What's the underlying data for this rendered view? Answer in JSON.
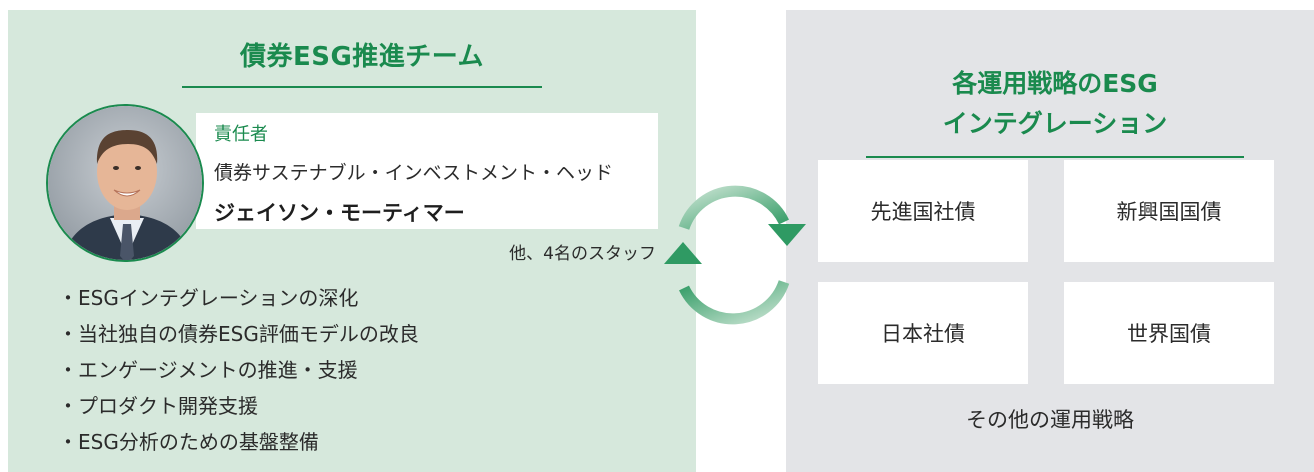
{
  "left_panel": {
    "title": "債券ESG推進チーム",
    "role": "責任者",
    "position": "債券サステナブル・インベストメント・ヘッド",
    "name": "ジェイソン・モーティマー",
    "staff": "他、4名のスタッフ",
    "bullets": [
      "・ESGインテグレーションの深化",
      "・当社独自の債券ESG評価モデルの改良",
      "・エンゲージメントの推進・支援",
      "・プロダクト開発支援",
      "・ESG分析のための基盤整備"
    ]
  },
  "right_panel": {
    "title_line1": "各運用戦略のESG",
    "title_line2": "インテグレーション",
    "strategies": [
      "先進国社債",
      "新興国国債",
      "日本社債",
      "世界国債"
    ],
    "others": "その他の運用戦略"
  },
  "colors": {
    "accent": "#1a8a4e",
    "left_bg": "#d6e8dc",
    "right_bg": "#e3e4e7"
  },
  "icons": {
    "cycle": "cycle-arrows-icon",
    "avatar": "person-photo"
  }
}
